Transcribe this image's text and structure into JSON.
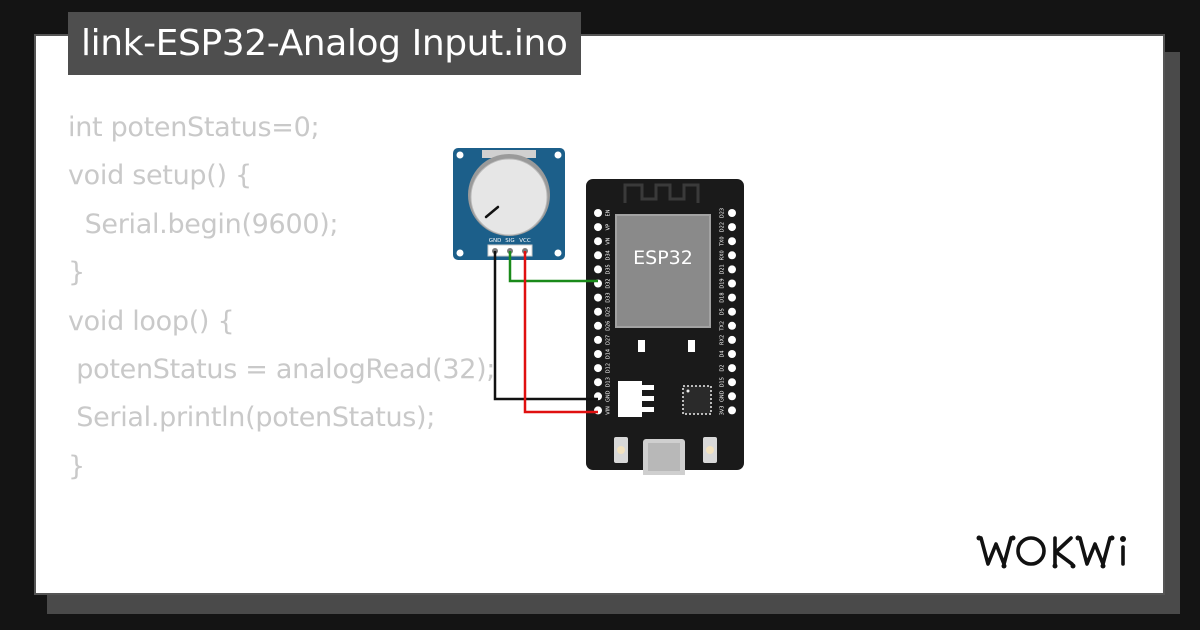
{
  "project": {
    "title": "link-ESP32-Analog Input.ino"
  },
  "code": {
    "lines": [
      "int potenStatus=0;",
      "",
      "void setup() {",
      "  Serial.begin(9600);",
      "}",
      "",
      "void loop() {",
      " potenStatus = analogRead(32);",
      " Serial.println(potenStatus);",
      "}"
    ]
  },
  "diagram": {
    "potentiometer": {
      "pin_labels": [
        "GND",
        "SIG",
        "VCC"
      ],
      "color": "#1c5f8a"
    },
    "esp32": {
      "chip_label": "ESP32",
      "left_pins": [
        "EN",
        "VP",
        "VN",
        "D34",
        "D35",
        "D32",
        "D33",
        "D25",
        "D26",
        "D27",
        "D14",
        "D12",
        "D13",
        "GND",
        "VIN"
      ],
      "right_pins": [
        "D23",
        "D22",
        "TX0",
        "RX0",
        "D21",
        "D19",
        "D18",
        "D5",
        "TX2",
        "RX2",
        "D4",
        "D2",
        "D15",
        "GND",
        "3V3"
      ]
    },
    "wires": [
      {
        "from": "SIG",
        "to": "D32",
        "color": "#1a8a1a"
      },
      {
        "from": "GND",
        "to": "GND",
        "color": "#111111"
      },
      {
        "from": "VCC",
        "to": "VIN",
        "color": "#e01010"
      }
    ]
  },
  "brand": {
    "logo": "WOKWI"
  }
}
